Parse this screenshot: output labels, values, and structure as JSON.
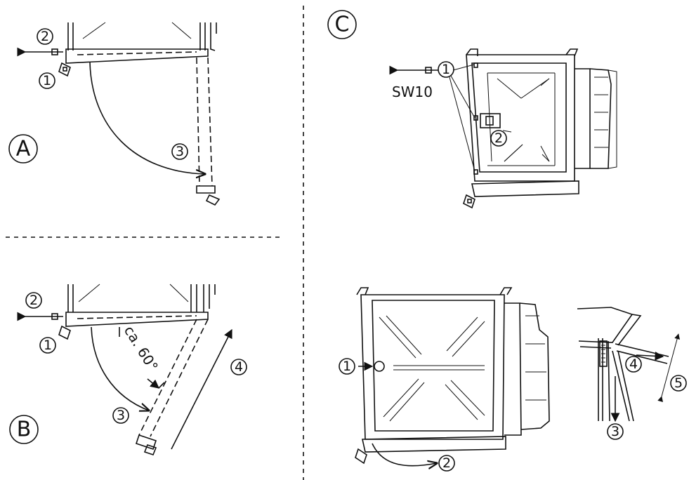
{
  "panels": {
    "a": {
      "label": "A",
      "callouts": [
        "1",
        "2",
        "3"
      ]
    },
    "b": {
      "label": "B",
      "callouts": [
        "1",
        "2",
        "3",
        "4"
      ],
      "angle_note": "ca. 60°"
    },
    "c": {
      "label": "C",
      "callouts": [
        "1",
        "2"
      ],
      "tool_note": "SW10"
    },
    "d": {
      "callouts": [
        "1",
        "2"
      ]
    },
    "e": {
      "callouts": [
        "3",
        "4",
        "5"
      ]
    }
  }
}
